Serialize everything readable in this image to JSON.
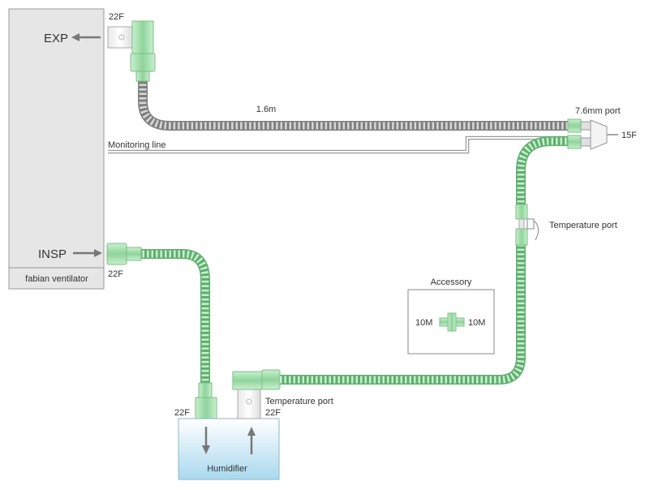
{
  "ventilator": {
    "name": "fabian ventilator",
    "exp_label": "EXP",
    "insp_label": "INSP"
  },
  "connectors": {
    "exp_size": "22F",
    "insp_size": "22F",
    "humidifier_in_size": "22F",
    "humidifier_out_size": "22F",
    "patient_side_size": "15F"
  },
  "tubing": {
    "length_label": "1.6m",
    "monitoring_line_label": "Monitoring line",
    "port_label": "7.6mm port",
    "temperature_port_upper": "Temperature port",
    "temperature_port_lower": "Temperature port"
  },
  "humidifier": {
    "label": "Humidifier"
  },
  "accessory": {
    "title": "Accessory",
    "left_label": "10M",
    "right_label": "10M"
  },
  "colors": {
    "tube_green": "#9fd9a8",
    "tube_green_dark": "#5fae6e",
    "tube_gray": "#b8b8b8",
    "ventilator_fill": "#e6e6e6",
    "humidifier_top": "#ffffff",
    "humidifier_bottom": "#a9d8ee",
    "arrow_gray": "#777777"
  }
}
